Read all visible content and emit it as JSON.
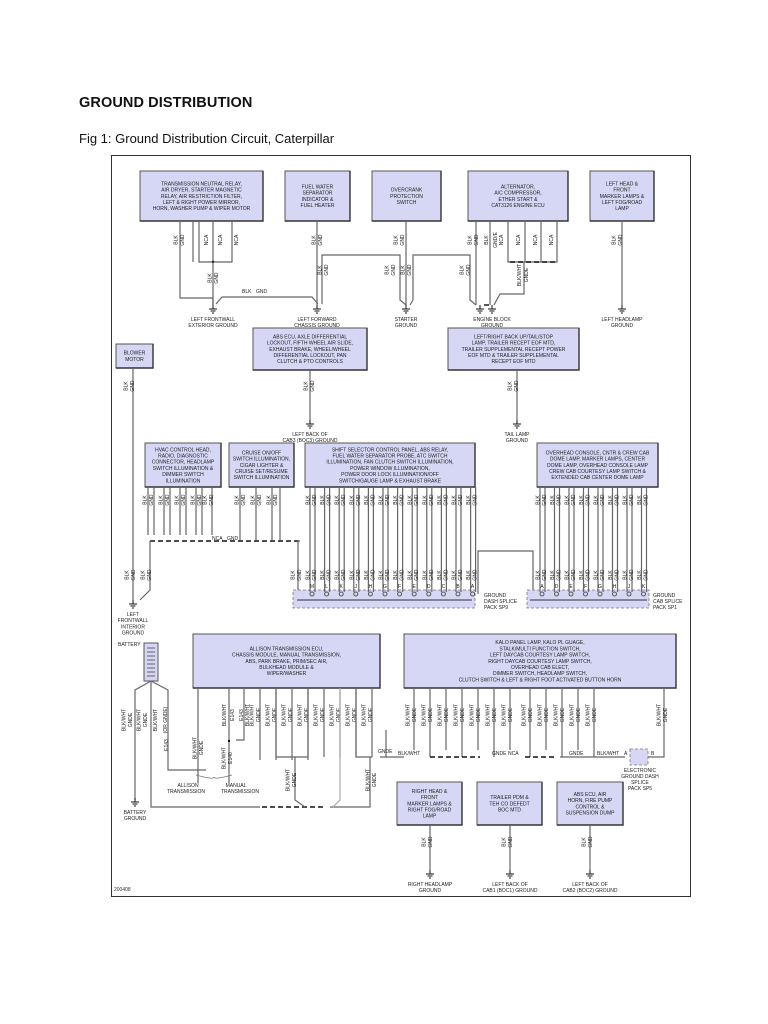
{
  "page": {
    "title": "GROUND DISTRIBUTION",
    "subtitle": "Fig 1: Ground Distribution Circuit, Caterpillar",
    "figure_id": "200408"
  },
  "components": [
    {
      "id": "c1",
      "lines": [
        "TRANSMISSION NEUTRAL RELAY,",
        "AIR DRYER, STARTER MAGNETIC",
        "RELAY, AIR RESTRICTION FILTER,",
        "LEFT & RIGHT POWER MIRROR,",
        "HORN, WASHER PUMP & WIPER MOTOR"
      ]
    },
    {
      "id": "c2",
      "lines": [
        "FUEL WATER",
        "SEPARATOR",
        "INDICATOR &",
        "FUEL HEATER"
      ]
    },
    {
      "id": "c3",
      "lines": [
        "OVERCRANK",
        "PROTECTION",
        "SWITCH"
      ]
    },
    {
      "id": "c4",
      "lines": [
        "ALTERNATOR,",
        "A/C COMPRESSOR,",
        "ETHER START &",
        "CAT3126 ENGINE ECU"
      ]
    },
    {
      "id": "c5",
      "lines": [
        "LEFT HEAD &",
        "FRONT",
        "MARKER LAMPS &",
        "LEFT FOG/ROAD",
        "LAMP"
      ]
    },
    {
      "id": "c6",
      "lines": [
        "BLOWER",
        "MOTOR"
      ]
    },
    {
      "id": "c7",
      "lines": [
        "ABS ECU, AXLE DIFFERENTIAL",
        "LOCKOUT, FIFTH WHEEL AIR SLIDE,",
        "EXHAUST BRAKE, WHEEL/WHEEL",
        "DIFFERENTIAL LOCKOUT, PAN",
        "CLUTCH & PTO CONTROLS"
      ]
    },
    {
      "id": "c8",
      "lines": [
        "LEFT/RIGHT BACK UP/TAIL/STOP",
        "LAMP, TRAILER RECEPT EOF MTD,",
        "TRAILER SUPPLEMENTAL RECEPT POWER",
        "EOF MTD & TRAILER SUPPLEMENTAL",
        "RECEPT EOF MTD"
      ]
    },
    {
      "id": "c9",
      "lines": [
        "HVAC CONTROL HEAD,",
        "RADIO, DIAGNOSTIC",
        "CONNECTOR, HEADLAMP",
        "SWITCH ILLUMINATION &",
        "DIMMER SWITCH",
        "ILLUMINATION"
      ]
    },
    {
      "id": "c10",
      "lines": [
        "CRUISE ON/OFF",
        "SWITCH ILLUMINATION,",
        "CIGAR LIGHTER &",
        "CRUISE SET/RESUME",
        "SWITCH ILLUMINATION"
      ]
    },
    {
      "id": "c11",
      "lines": [
        "SHIFT SELECTOR CONTROL PANEL, ABS RELAY,",
        "FUEL WATER SEPARATOR PROBE, ATC SWITCH",
        "ILLUMINATION, FAN CLUTCH SWITCH ILLUMINATION,",
        "POWER WINDOW ILLUMINATION,",
        "POWER DOOR LOCK ILLUMINATION/OFF",
        "SWITCH/GAUGE LAMP & EXHAUST BRAKE"
      ]
    },
    {
      "id": "c12",
      "lines": [
        "OVERHEAD CONSOLE, CNTR & CREW CAB",
        "DOME LAMP, MARKER LAMPS, CENTER",
        "DOME LAMP, OVERHEAD CONSOLE LAMP",
        "CREW CAB COURTESY LAMP SWITCH &",
        "EXTENDED CAB CENTER DOME LAMP"
      ]
    },
    {
      "id": "c13",
      "lines": [
        "ALLISON TRANSMISSION ECU,",
        "CHASSIS MODULE, MANUAL TRANSMISSION,",
        "ABS, PARK BRAKE, PRIM/SEC AIR,",
        "BULKHEAD MODULE &",
        "WIPER/WASHER"
      ]
    },
    {
      "id": "c14",
      "lines": [
        "KALO PANEL LAMP, KALO PL GUAGE,",
        "STALK/MULTI FUNCTION SWITCH,",
        "LEFT DAYCAB COURTESY LAMP SWITCH,",
        "RIGHT DAYCAB COURTESY LAMP SWITCH,",
        "OVERHEAD CAB ELECT,",
        "DIMMER SWITCH, HEADLAMP SWITCH,",
        "CLUTCH SWITCH & LEFT & RIGHT FOOT ACTIVATED BUTTON HORN"
      ]
    },
    {
      "id": "c15",
      "lines": [
        "RIGHT HEAD &",
        "FRONT",
        "MARKER LAMPS &",
        "RIGHT FOG/ROAD",
        "LAMP"
      ]
    },
    {
      "id": "c16",
      "lines": [
        "TRAILER PDM &",
        "TEH CO DEFEDT",
        "BOC MTD"
      ]
    },
    {
      "id": "c17",
      "lines": [
        "ABS ECU, AIR",
        "HORN, FIRE PUMP",
        "CONTROL &",
        "SUSPENSION DUMP"
      ]
    }
  ],
  "grounds": [
    {
      "id": "g1",
      "lines": [
        "LEFT FRONTWALL",
        "EXTERIOR GROUND"
      ]
    },
    {
      "id": "g2",
      "lines": [
        "LEFT FORWARD",
        "CHASSIS GROUND"
      ]
    },
    {
      "id": "g3",
      "lines": [
        "STARTER",
        "GROUND"
      ]
    },
    {
      "id": "g4",
      "lines": [
        "ENGINE BLOCK",
        "GROUND"
      ]
    },
    {
      "id": "g5",
      "lines": [
        "LEFT HEADLAMP",
        "GROUND"
      ]
    },
    {
      "id": "g6",
      "lines": [
        "LEFT BACK OF",
        "CAB3 (BOC3) GROUND"
      ]
    },
    {
      "id": "g7",
      "lines": [
        "TAIL LAMP",
        "GROUND"
      ]
    },
    {
      "id": "g8",
      "lines": [
        "LEFT",
        "FRONTWALL",
        "INTERIOR",
        "GROUND"
      ]
    },
    {
      "id": "g9",
      "lines": [
        "BATTERY",
        "GROUND"
      ]
    },
    {
      "id": "g10",
      "lines": [
        "RIGHT HEADLAMP",
        "GROUND"
      ]
    },
    {
      "id": "g11",
      "lines": [
        "LEFT BACK OF",
        "CAB1 (BOC1) GROUND"
      ]
    },
    {
      "id": "g12",
      "lines": [
        "LEFT BACK OF",
        "CAB2 (BOC2) GROUND"
      ]
    }
  ],
  "splices": [
    {
      "id": "sp9",
      "lines": [
        "GROUND",
        "DASH SPLICE",
        "PACK SP9"
      ],
      "pins": [
        "M",
        "L",
        "K",
        "J",
        "H",
        "G",
        "F",
        "E",
        "D",
        "C",
        "B",
        "A"
      ]
    },
    {
      "id": "sp1",
      "lines": [
        "GROUND",
        "CAB SPLICE",
        "PACK SP1"
      ],
      "pins": [
        "A",
        "D",
        "E",
        "F",
        "G",
        "H",
        "J",
        "K"
      ]
    },
    {
      "id": "sp5",
      "lines": [
        "ELECTRONIC",
        "GROUND DASH",
        "SPLICE",
        "PACK SP5"
      ],
      "pins": [
        "A",
        "B"
      ]
    }
  ],
  "labels": {
    "battery": "BATTERY",
    "allison_transmission": [
      "ALLISON",
      "TRANSMISSION"
    ],
    "manual_transmission": [
      "MANUAL",
      "TRANSMISSION"
    ],
    "blk": "BLK",
    "gnd": "GND",
    "nca": "NCA",
    "blk_wht": "BLK/WHT",
    "gnde": "GNDE",
    "blk_wht_gnde": "BLK/WHT",
    "gnde_alt": "GND/E",
    "e143": "E143",
    "e140": "E140",
    "or_gnde": "(OR GNDE)",
    "sp5_a": "A",
    "sp5_b": "B"
  }
}
